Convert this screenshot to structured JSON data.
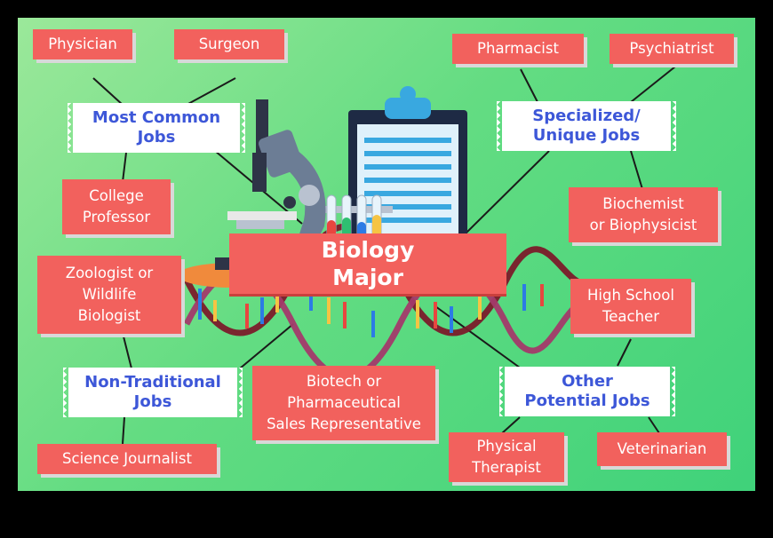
{
  "center": {
    "line1": "Biology",
    "line2": "Major"
  },
  "categories": {
    "most_common": {
      "line1": "Most Common",
      "line2": "Jobs"
    },
    "specialized": {
      "line1": "Specialized/",
      "line2": "Unique Jobs"
    },
    "non_traditional": {
      "line1": "Non-Traditional",
      "line2": "Jobs"
    },
    "other": {
      "line1": "Other",
      "line2": "Potential Jobs"
    }
  },
  "jobs": {
    "physician": [
      "Physician"
    ],
    "surgeon": [
      "Surgeon"
    ],
    "college_professor": [
      "College",
      "Professor"
    ],
    "pharmacist": [
      "Pharmacist"
    ],
    "psychiatrist": [
      "Psychiatrist"
    ],
    "biochemist": [
      "Biochemist",
      "or Biophysicist"
    ],
    "zoologist": [
      "Zoologist or",
      "Wildlife",
      "Biologist"
    ],
    "biotech": [
      "Biotech or",
      "Pharmaceutical",
      "Sales Representative"
    ],
    "science_journalist": [
      "Science Journalist"
    ],
    "high_school_teacher": [
      "High School",
      "Teacher"
    ],
    "physical_therapist": [
      "Physical",
      "Therapist"
    ],
    "veterinarian": [
      "Veterinarian"
    ]
  },
  "colors": {
    "job_box": "#f2615d",
    "category_text": "#3d57d8",
    "background": "#5fdc80"
  }
}
